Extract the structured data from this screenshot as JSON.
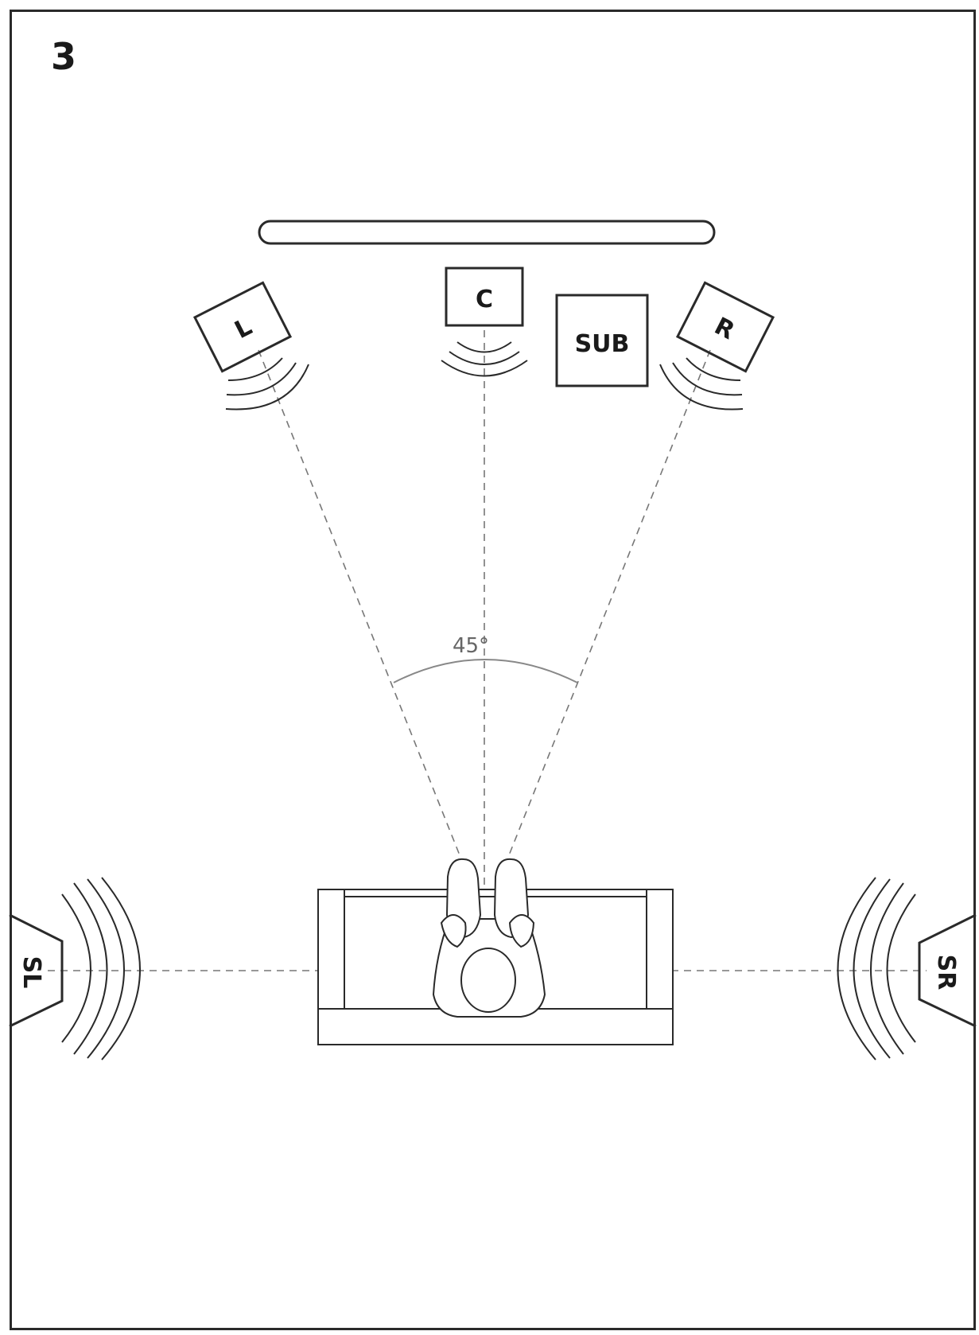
{
  "step_number": "3",
  "angle_label": "45°",
  "speakers": {
    "left": "L",
    "center": "C",
    "subwoofer": "SUB",
    "right": "R",
    "surround_left": "SL",
    "surround_right": "SR"
  }
}
